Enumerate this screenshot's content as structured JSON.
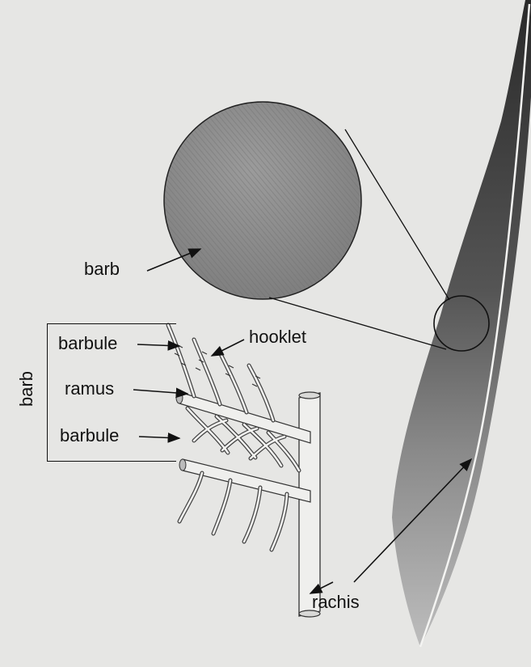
{
  "labels": {
    "barb_top": "barb",
    "barbule_top": "barbule",
    "hooklet": "hooklet",
    "barb_side": "barb",
    "ramus": "ramus",
    "barbule_bottom": "barbule",
    "rachis": "rachis"
  },
  "colors": {
    "background": "#e6e6e4",
    "feather_dark": "#2e2e2e",
    "circle_fill": "#8d8d8d",
    "line": "#111111"
  }
}
